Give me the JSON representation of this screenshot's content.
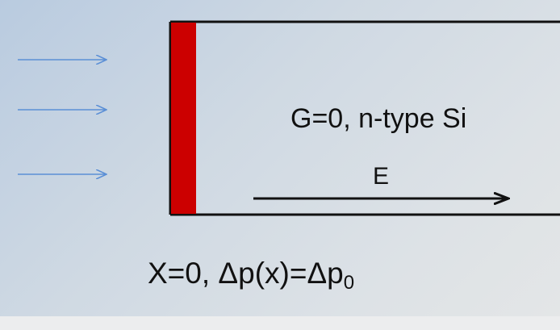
{
  "labels": {
    "material": "G=0, n-type Si",
    "field": "E",
    "boundary_prefix": "X=0, Δp(x)=Δp",
    "boundary_subscript": "0"
  },
  "colors": {
    "surface_strip": "#cc0000",
    "incident_arrows": "#5b8fd6",
    "outline": "#111111"
  },
  "icons": {
    "incident_light": "right-arrow-icon",
    "field_direction": "right-arrow-icon"
  }
}
